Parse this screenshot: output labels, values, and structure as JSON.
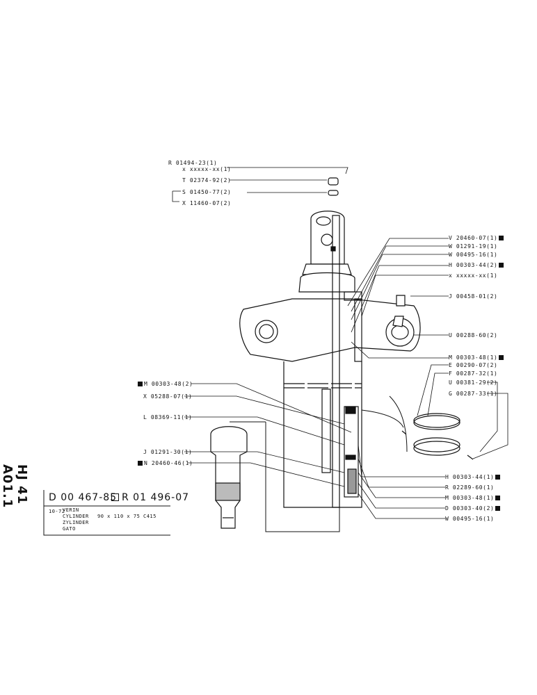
{
  "document": {
    "side_code": "HJ 41 A01.1",
    "drawing_number": "D 00 467-85",
    "reference_number": "R 01 496-07",
    "date_code": "10-72",
    "title_lines": [
      "VERIN",
      "CYLINDER",
      "ZYLINDER",
      "GATO"
    ],
    "dimensions": "90 x 110 x 75",
    "model": "C415"
  },
  "callouts": [
    {
      "id": "c1",
      "text": "R 01494-23(1)",
      "marked": false
    },
    {
      "id": "c2",
      "text": "x xxxxx-xx(1)",
      "marked": false
    },
    {
      "id": "c3",
      "text": "T 02374-92(2)",
      "marked": false
    },
    {
      "id": "c4",
      "text": "S 01450-77(2)",
      "marked": false
    },
    {
      "id": "c5",
      "text": "X 11460-07(2)",
      "marked": false
    },
    {
      "id": "c6",
      "text": "V 20460-07(1)",
      "marked": true
    },
    {
      "id": "c7",
      "text": "W 01291-19(1)",
      "marked": false
    },
    {
      "id": "c8",
      "text": "W 00495-16(1)",
      "marked": false
    },
    {
      "id": "c9",
      "text": "H 00303-44(2)",
      "marked": true
    },
    {
      "id": "c10",
      "text": "x xxxxx-xx(1)",
      "marked": false
    },
    {
      "id": "c11",
      "text": "J 00458-01(2)",
      "marked": false
    },
    {
      "id": "c12",
      "text": "U 00288-60(2)",
      "marked": false
    },
    {
      "id": "c13",
      "text": "M 00303-48(1)",
      "marked": true
    },
    {
      "id": "c14",
      "text": "E 00290-07(2)",
      "marked": false
    },
    {
      "id": "c15",
      "text": "F 00287-32(1)",
      "marked": false
    },
    {
      "id": "c16",
      "text": "U 00381-29(2)",
      "marked": false
    },
    {
      "id": "c17",
      "text": "G 00287-33(1)",
      "marked": false
    },
    {
      "id": "c18",
      "text": "M 00303-48(2)",
      "marked": true
    },
    {
      "id": "c19",
      "text": "X 05288-07(1)",
      "marked": false
    },
    {
      "id": "c20",
      "text": "L 08369-11(1)",
      "marked": false
    },
    {
      "id": "c21",
      "text": "J 01291-30(1)",
      "marked": false
    },
    {
      "id": "c22",
      "text": "N 20460-46(1)",
      "marked": true
    },
    {
      "id": "c23",
      "text": "H 00303-44(1)",
      "marked": true
    },
    {
      "id": "c24",
      "text": "R 02289-60(1)",
      "marked": false
    },
    {
      "id": "c25",
      "text": "M 00303-48(1)",
      "marked": true
    },
    {
      "id": "c26",
      "text": "D 00303-40(2)",
      "marked": true
    },
    {
      "id": "c27",
      "text": "W 00495-16(1)",
      "marked": false
    }
  ]
}
